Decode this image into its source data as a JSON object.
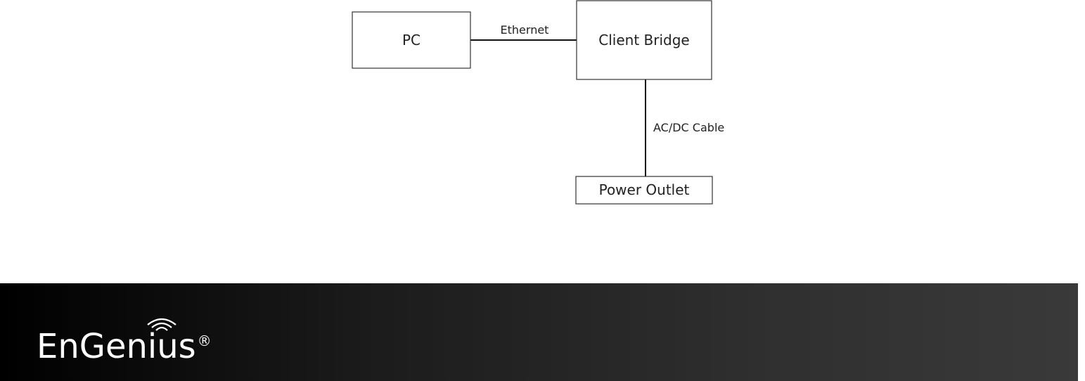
{
  "diagram": {
    "nodes": [
      {
        "id": "pc",
        "label": "PC"
      },
      {
        "id": "client_bridge",
        "label": "Client Bridge"
      },
      {
        "id": "power_outlet",
        "label": "Power Outlet"
      }
    ],
    "edges": [
      {
        "from": "pc",
        "to": "client_bridge",
        "label": "Ethernet"
      },
      {
        "from": "client_bridge",
        "to": "power_outlet",
        "label": "AC/DC Cable"
      }
    ]
  },
  "footer": {
    "logo_text": "EnGenius",
    "logo_registered": "®",
    "logo_icon": "wifi-signal-icon",
    "background_color": "#1a1a1a",
    "text_color": "#ffffff"
  }
}
